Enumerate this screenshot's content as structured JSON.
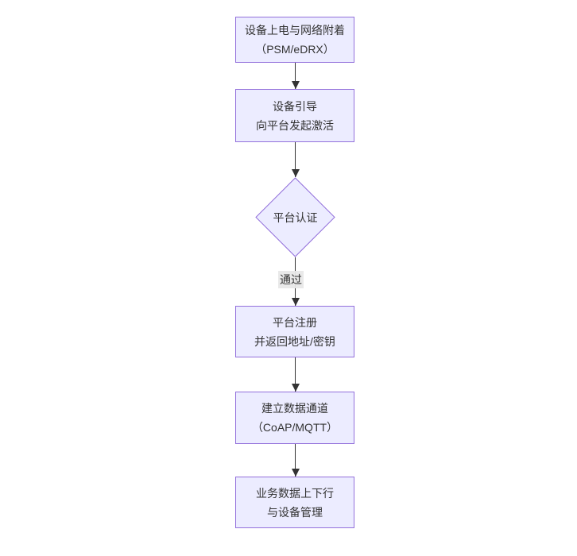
{
  "diagram": {
    "type": "flowchart",
    "direction": "top-down",
    "colors": {
      "node_fill": "#ECECFF",
      "node_border": "#9370DB",
      "text": "#333333",
      "arrow": "#333333",
      "edge_label_bg": "#e8e8e8",
      "background": "#ffffff"
    },
    "nodes": [
      {
        "id": "power-attach",
        "shape": "rect",
        "line1": "设备上电与网络附着",
        "line2": "（PSM/eDRX）"
      },
      {
        "id": "bootstrap",
        "shape": "rect",
        "line1": "设备引导",
        "line2": "向平台发起激活"
      },
      {
        "id": "platform-auth",
        "shape": "diamond",
        "line1": "平台认证"
      },
      {
        "id": "register",
        "shape": "rect",
        "line1": "平台注册",
        "line2": "并返回地址/密钥"
      },
      {
        "id": "data-channel",
        "shape": "rect",
        "line1": "建立数据通道",
        "line2": "（CoAP/MQTT）"
      },
      {
        "id": "business-data",
        "shape": "rect",
        "line1": "业务数据上下行",
        "line2": "与设备管理"
      }
    ],
    "edges": [
      {
        "from": "power-attach",
        "to": "bootstrap",
        "label": ""
      },
      {
        "from": "bootstrap",
        "to": "platform-auth",
        "label": ""
      },
      {
        "from": "platform-auth",
        "to": "register",
        "label": "通过"
      },
      {
        "from": "register",
        "to": "data-channel",
        "label": ""
      },
      {
        "from": "data-channel",
        "to": "business-data",
        "label": ""
      }
    ]
  }
}
